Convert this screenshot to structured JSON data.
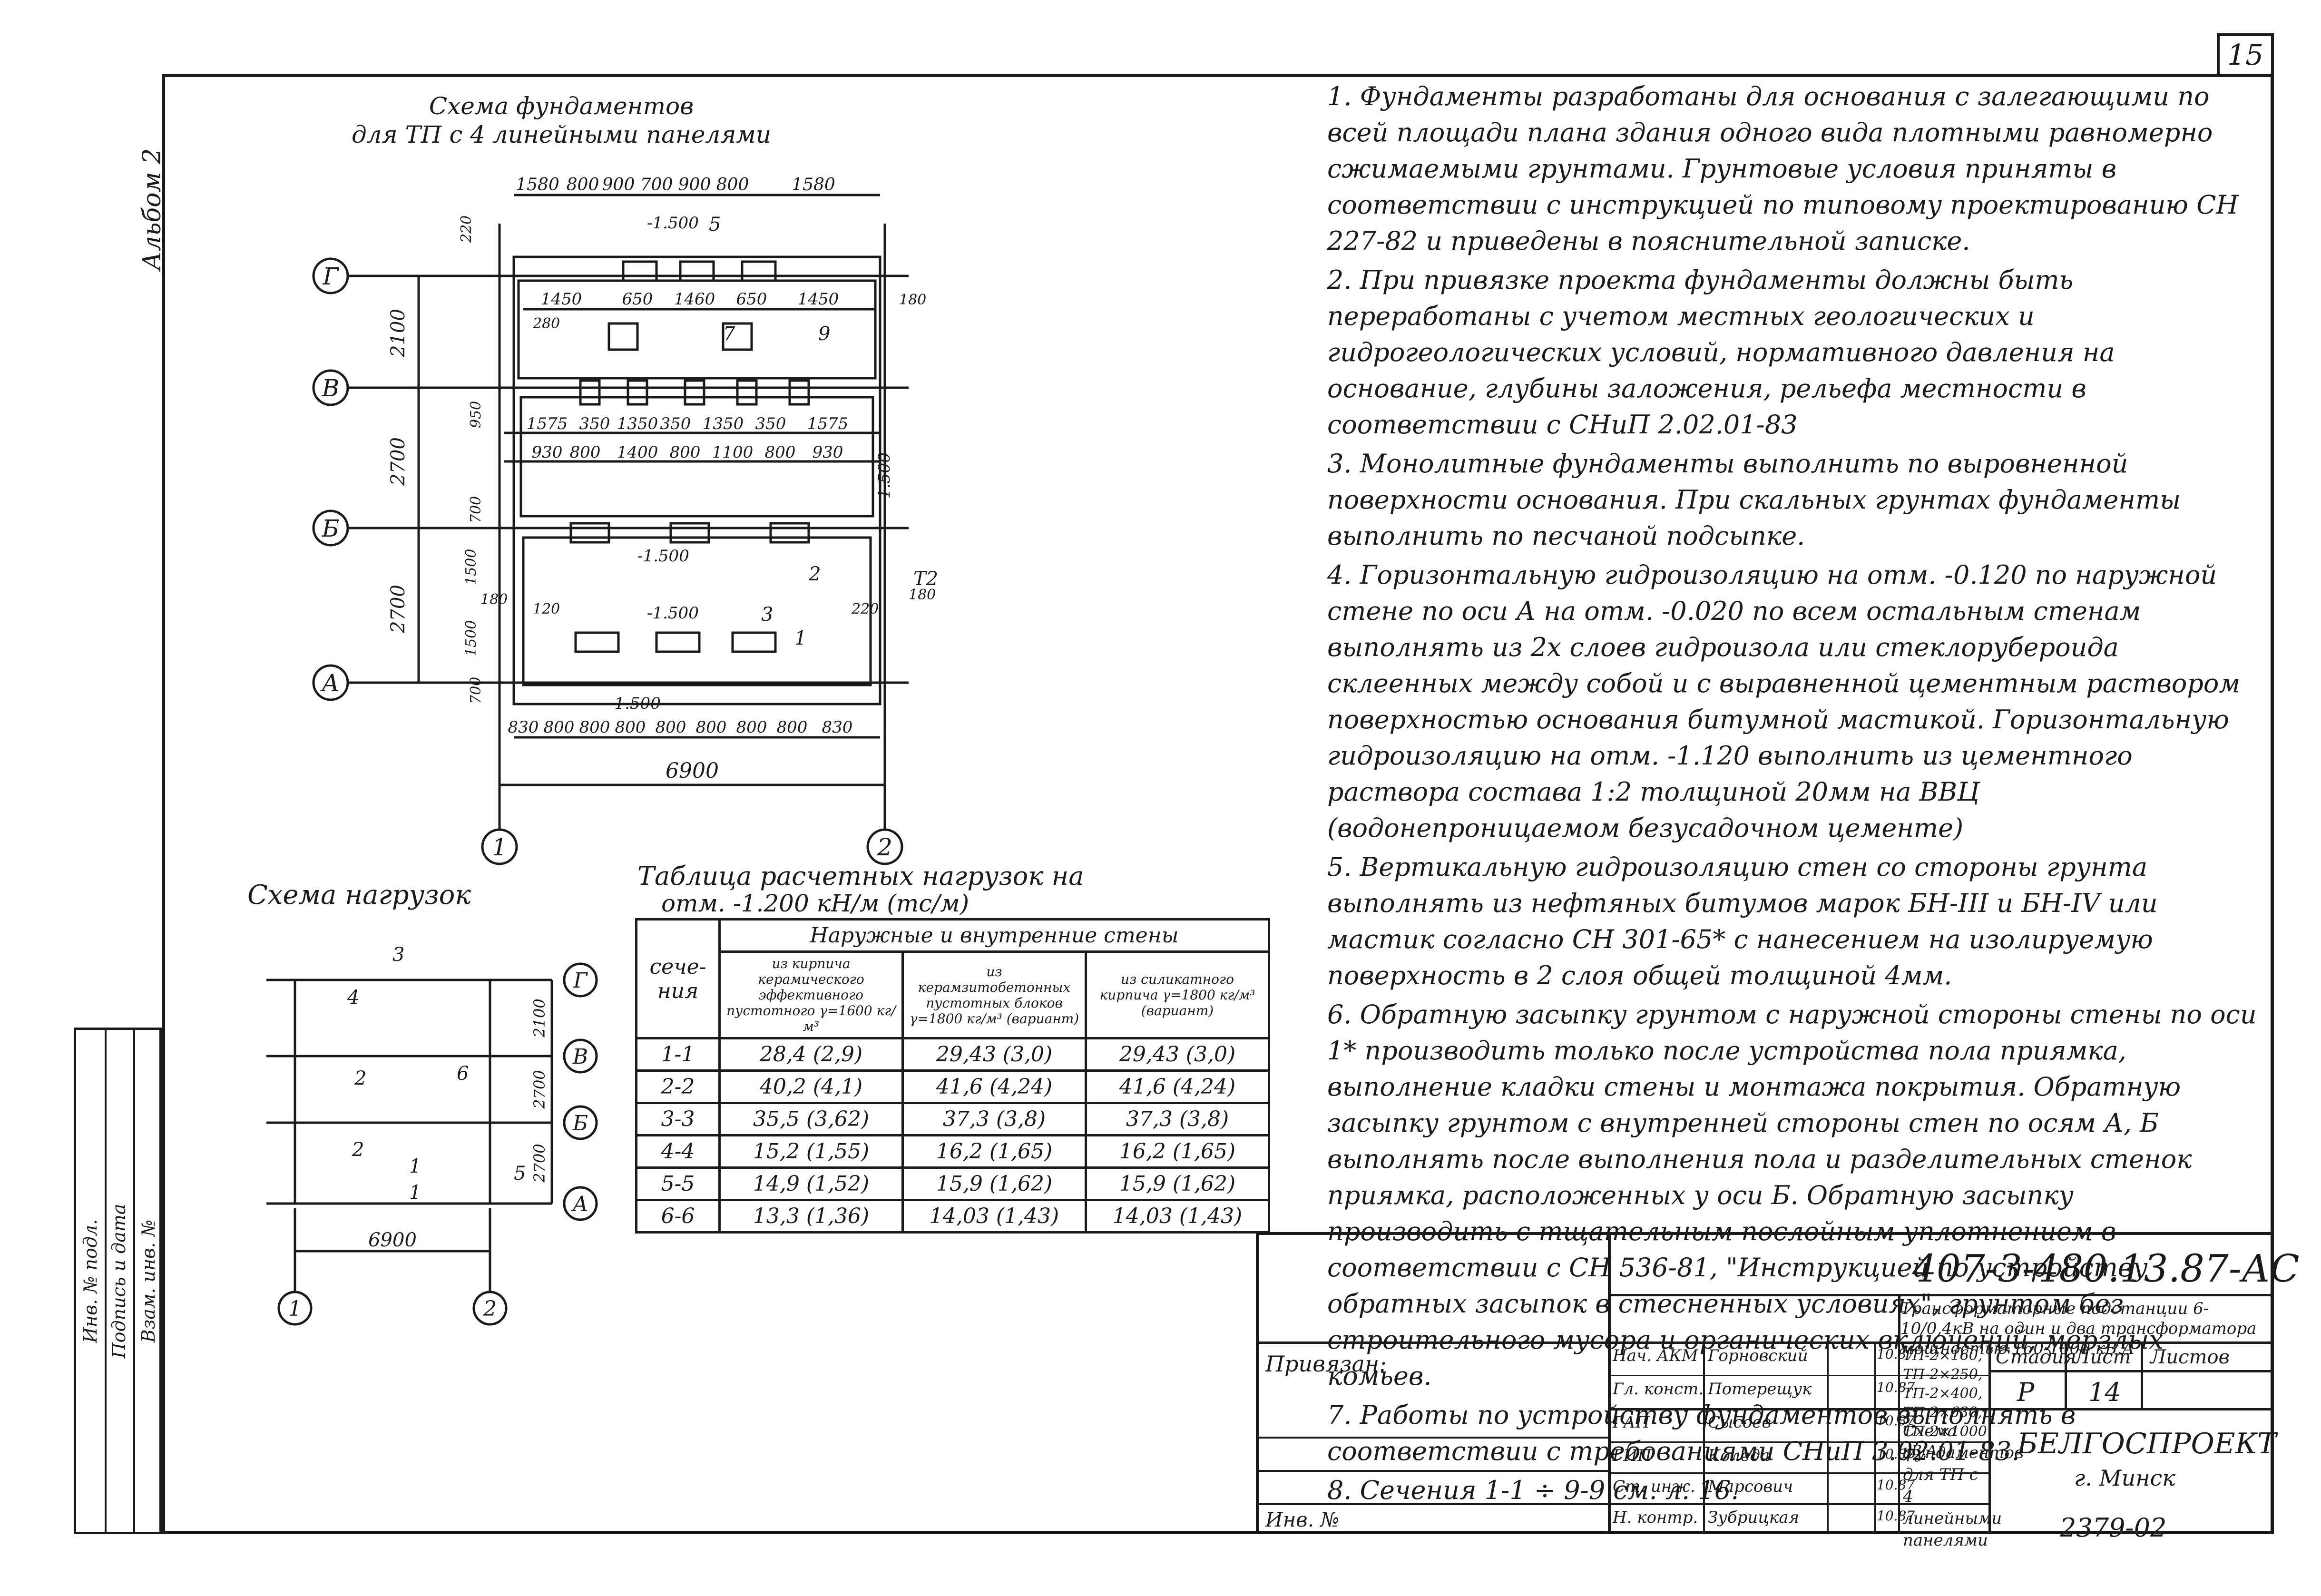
{
  "page_number": "15",
  "side_label": "Альбом 2",
  "side_stamp": [
    "Инв. № подл.",
    "Подпись и дата",
    "Взам. инв. №"
  ],
  "foundation_scheme": {
    "title_line1": "Схема фундаментов",
    "title_line2": "для ТП с 4 линейными панелями",
    "axis_letters": [
      "Г",
      "В",
      "Б",
      "А"
    ],
    "axis_numbers": [
      "1",
      "2"
    ],
    "top_dims": [
      "1580",
      "800",
      "900",
      "700",
      "900",
      "800",
      "1580"
    ],
    "bottom_dims": [
      "830",
      "800",
      "800",
      "800",
      "800",
      "800",
      "800",
      "800",
      "830"
    ],
    "overall_width": "6900",
    "left_dims": [
      "2100",
      "2700",
      "2700"
    ],
    "row_dims_1": [
      "1575",
      "350",
      "1350",
      "350",
      "1350",
      "350",
      "1575"
    ],
    "row_dims_2": [
      "930",
      "800",
      "1400",
      "800",
      "1100",
      "800",
      "930"
    ],
    "mid_dims": [
      "1450",
      "650",
      "1460",
      "650",
      "1450"
    ],
    "elevations": [
      "-1.500",
      "-1.500",
      "-1.500",
      "-1.500",
      "-1.500"
    ],
    "section_marks": [
      "5",
      "7",
      "9",
      "1",
      "2",
      "3",
      "T2"
    ],
    "small_dims": [
      "220",
      "180",
      "180",
      "120",
      "220",
      "280",
      "180",
      "1500",
      "1500",
      "950",
      "700",
      "700"
    ]
  },
  "loads_scheme": {
    "title": "Схема нагрузок",
    "width_dim": "6900",
    "sections": [
      "1",
      "2",
      "3",
      "4",
      "5",
      "6",
      "1",
      "2"
    ],
    "axis_letters": [
      "Г",
      "В",
      "Б",
      "А"
    ],
    "axis_numbers": [
      "1",
      "2"
    ],
    "side_dims": [
      "2100",
      "2700",
      "2700"
    ]
  },
  "load_table": {
    "title_line1": "Таблица расчетных нагрузок на",
    "title_line2": "отм. -1.200 кН/м (тс/м)",
    "group_header": "Наружные и внутренние стены",
    "col_section": "сече-ния",
    "columns": [
      "из кирпича керамического эффективного пустотного γ=1600 кг/м³",
      "из керамзитобетонных пустотных блоков γ=1800 кг/м³ (вариант)",
      "из силикатного кирпича γ=1800 кг/м³ (вариант)"
    ],
    "rows": [
      [
        "1-1",
        "28,4 (2,9)",
        "29,43 (3,0)",
        "29,43 (3,0)"
      ],
      [
        "2-2",
        "40,2 (4,1)",
        "41,6 (4,24)",
        "41,6 (4,24)"
      ],
      [
        "3-3",
        "35,5 (3,62)",
        "37,3 (3,8)",
        "37,3 (3,8)"
      ],
      [
        "4-4",
        "15,2 (1,55)",
        "16,2 (1,65)",
        "16,2 (1,65)"
      ],
      [
        "5-5",
        "14,9 (1,52)",
        "15,9 (1,62)",
        "15,9 (1,62)"
      ],
      [
        "6-6",
        "13,3 (1,36)",
        "14,03 (1,43)",
        "14,03 (1,43)"
      ]
    ]
  },
  "notes": [
    "1. Фундаменты разработаны для основания с залегающими по всей площади плана здания одного вида плотными равномерно сжимаемыми грунтами. Грунтовые условия приняты в соответствии с инструкцией по типовому проектированию СН 227-82 и приведены в пояснительной записке.",
    "2. При привязке проекта фундаменты должны быть переработаны с учетом местных геологических и гидрогеологических условий, нормативного давления на основание, глубины заложения, рельефа местности в соответствии с СНиП 2.02.01-83",
    "3. Монолитные фундаменты выполнить по выровненной поверхности основания. При скальных грунтах фундаменты выполнить по песчаной подсыпке.",
    "4. Горизонтальную гидроизоляцию на отм. -0.120 по наружной стене по оси А на отм. -0.020 по всем остальным стенам выполнять из 2х слоев гидроизола или стеклорубероида склеенных между собой и с выравненной цементным раствором поверхностью основания битумной мастикой. Горизонтальную гидроизоляцию на отм. -1.120 выполнить из цементного раствора состава 1:2 толщиной 20мм на ВВЦ (водонепроницаемом безусадочном цементе)",
    "5. Вертикальную гидроизоляцию стен со стороны грунта выполнять из нефтяных битумов марок БН-III и БН-IV или мастик согласно СН 301-65* с нанесением на изолируемую поверхность в 2 слоя общей толщиной 4мм.",
    "6. Обратную засыпку грунтом с наружной стороны стены по оси 1* производить только после устройства пола приямка, выполнение кладки стены и монтажа покрытия. Обратную засыпку грунтом с внутренней стороны стен по осям А, Б выполнять после выполнения пола и разделительных стенок приямка, расположенных у оси Б. Обратную засыпку производить с тщательным послойным уплотнением в соответствии с СН 536-81, \"Инструкцией по устройству обратных засыпок в стесненных условиях\", грунтом без строительного мусора и органических включений, мерзлых комьев.",
    "7. Работы по устройству фундаментов выполнять в соответствии с требованиями СНиП 3.02.01-83.",
    "8. Сечения 1-1 ÷ 9-9 см. л. 16."
  ],
  "title_block": {
    "doc_code": "407-3-480.13.87-АС",
    "project_title": "Трансформаторные подстанции 6-10/0,4кВ на один и два трансформатора мощностью 160-1000 кВ.А",
    "project_subtitle": "ТП-2×160, ТП-2×250, ТП-2×400, ТП 2×630, ТП-2×1000 кВ.А",
    "sheet_title": "Схема фундаментов для ТП с 4 линейными панелями",
    "privyazan": "Привязан:",
    "inv_no": "Инв. №",
    "stage_header": "Стадия",
    "sheet_header": "Лист",
    "sheets_header": "Листов",
    "stage": "Р",
    "sheet": "14",
    "org": "БЕЛГОСПРОЕКТ",
    "city": "г. Минск",
    "signers": [
      {
        "role": "Нач. АКМ",
        "name": "Горновский",
        "date": "10.87"
      },
      {
        "role": "Гл. конст.",
        "name": "Потерещук",
        "date": "10.87"
      },
      {
        "role": "ГАП",
        "name": "Сысоев",
        "date": "10.87"
      },
      {
        "role": "ГИП",
        "name": "Коледа",
        "date": "10.87"
      },
      {
        "role": "Ст. инж.",
        "name": "Марсович",
        "date": "10.87"
      },
      {
        "role": "Н. контр.",
        "name": "Зубрицкая",
        "date": "10.87"
      }
    ],
    "bottom_code": "2379-02"
  }
}
